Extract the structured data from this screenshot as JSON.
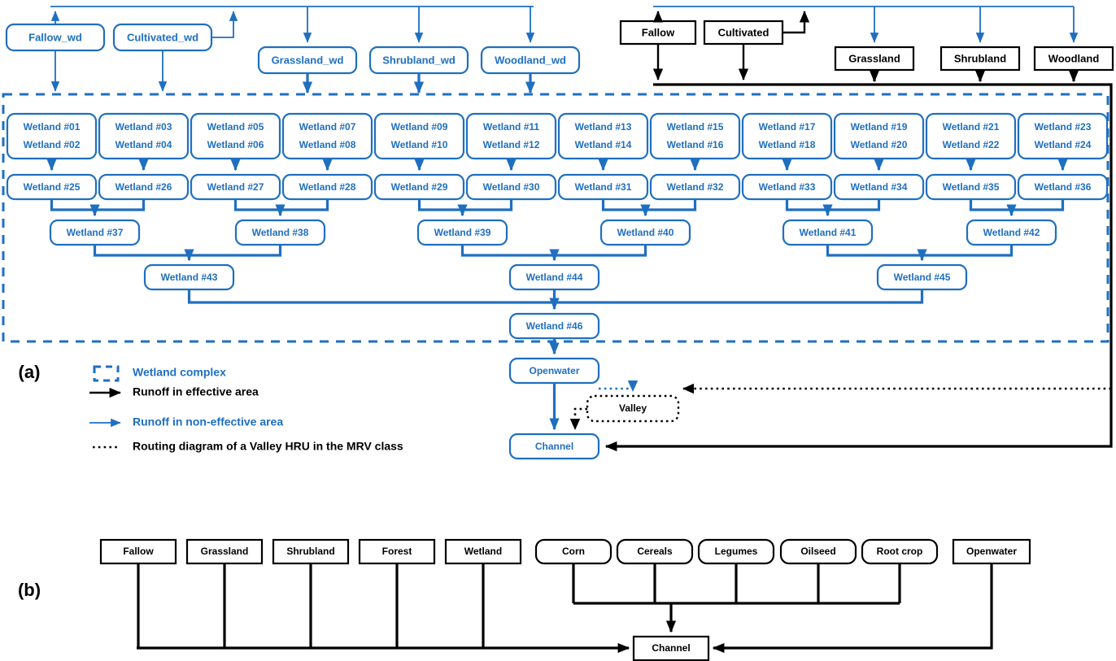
{
  "figure": {
    "panel_a_label": "(a)",
    "panel_b_label": "(b)"
  },
  "colors": {
    "blue": "#1F6FC0",
    "black": "#000000",
    "white": "#FFFFFF"
  },
  "panel_a": {
    "noneffective_top_row": [
      {
        "id": "fallow_wd",
        "label": "Fallow_wd"
      },
      {
        "id": "cultivated_wd",
        "label": "Cultivated_wd"
      },
      {
        "id": "grassland_wd",
        "label": "Grassland_wd"
      },
      {
        "id": "shrubland_wd",
        "label": "Shrubland_wd"
      },
      {
        "id": "woodland_wd",
        "label": "Woodland_wd"
      }
    ],
    "effective_top_row": [
      {
        "id": "fallow",
        "label": "Fallow"
      },
      {
        "id": "cultivated",
        "label": "Cultivated"
      },
      {
        "id": "grassland",
        "label": "Grassland"
      },
      {
        "id": "shrubland",
        "label": "Shrubland"
      },
      {
        "id": "woodland",
        "label": "Woodland"
      }
    ],
    "wetland_complex": {
      "row1": [
        {
          "top": "Wetland #01",
          "bottom": "Wetland #02"
        },
        {
          "top": "Wetland #03",
          "bottom": "Wetland #04"
        },
        {
          "top": "Wetland #05",
          "bottom": "Wetland #06"
        },
        {
          "top": "Wetland #07",
          "bottom": "Wetland #08"
        },
        {
          "top": "Wetland #09",
          "bottom": "Wetland #10"
        },
        {
          "top": "Wetland #11",
          "bottom": "Wetland #12"
        },
        {
          "top": "Wetland #13",
          "bottom": "Wetland #14"
        },
        {
          "top": "Wetland #15",
          "bottom": "Wetland #16"
        },
        {
          "top": "Wetland #17",
          "bottom": "Wetland #18"
        },
        {
          "top": "Wetland #19",
          "bottom": "Wetland #20"
        },
        {
          "top": "Wetland #21",
          "bottom": "Wetland #22"
        },
        {
          "top": "Wetland #23",
          "bottom": "Wetland #24"
        }
      ],
      "row2": [
        "Wetland #25",
        "Wetland #26",
        "Wetland #27",
        "Wetland #28",
        "Wetland #29",
        "Wetland #30",
        "Wetland #31",
        "Wetland #32",
        "Wetland #33",
        "Wetland #34",
        "Wetland #35",
        "Wetland #36"
      ],
      "row3": [
        "Wetland #37",
        "Wetland #38",
        "Wetland #39",
        "Wetland #40",
        "Wetland #41",
        "Wetland #42"
      ],
      "row4": [
        "Wetland #43",
        "Wetland #44",
        "Wetland #45"
      ],
      "row5": [
        "Wetland #46"
      ]
    },
    "outlet": {
      "openwater": "Openwater",
      "valley": "Valley",
      "channel": "Channel"
    },
    "legend": [
      {
        "id": "wetland-complex",
        "label": "Wetland complex",
        "style": "dashed-box-blue",
        "text_color": "#1F6FC0"
      },
      {
        "id": "runoff-effective",
        "label": "Runoff in effective area",
        "style": "arrow-black",
        "text_color": "#000000"
      },
      {
        "id": "runoff-noneffective",
        "label": "Runoff in non-effective area",
        "style": "arrow-blue",
        "text_color": "#1F6FC0"
      },
      {
        "id": "valley-routing",
        "label": "Routing diagram of a Valley HRU in the MRV class",
        "style": "dotted-black",
        "text_color": "#000000"
      }
    ]
  },
  "panel_b": {
    "square_boxes": [
      {
        "id": "fallow",
        "label": "Fallow"
      },
      {
        "id": "grassland",
        "label": "Grassland"
      },
      {
        "id": "shrubland",
        "label": "Shrubland"
      },
      {
        "id": "forest",
        "label": "Forest"
      },
      {
        "id": "wetland",
        "label": "Wetland"
      }
    ],
    "rounded_boxes": [
      {
        "id": "corn",
        "label": "Corn"
      },
      {
        "id": "cereals",
        "label": "Cereals"
      },
      {
        "id": "legumes",
        "label": "Legumes"
      },
      {
        "id": "oilseed",
        "label": "Oilseed"
      },
      {
        "id": "root-crop",
        "label": "Root crop"
      }
    ],
    "openwater": {
      "id": "openwater",
      "label": "Openwater"
    },
    "channel": {
      "id": "channel",
      "label": "Channel"
    }
  }
}
